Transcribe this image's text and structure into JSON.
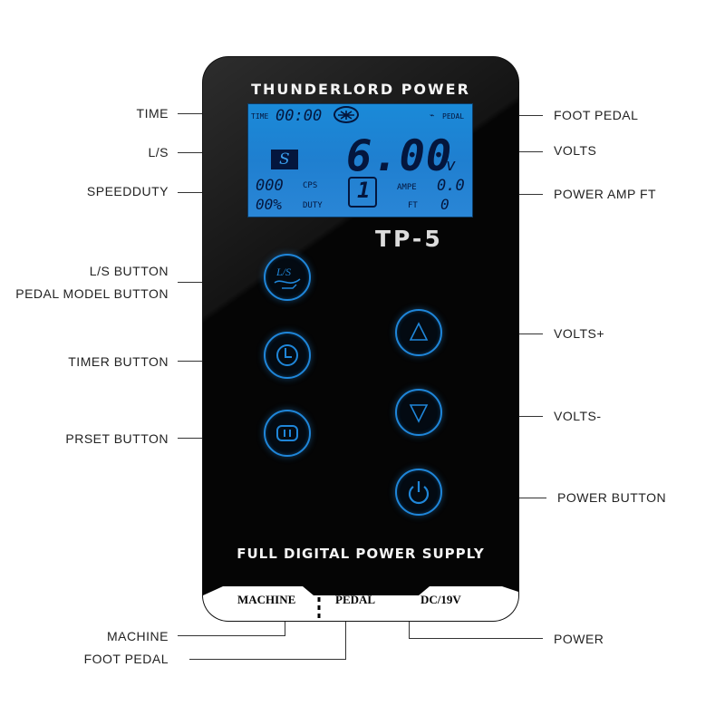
{
  "colors": {
    "accent": "#1f86d9",
    "lcd": "#1f7fd0",
    "device": "#050505"
  },
  "callouts": {
    "time": "TIME",
    "ls": "L/S",
    "speedduty": "SPEEDDUTY",
    "ls_button": "L/S BUTTON",
    "pedal_model_button": "PEDAL MODEL BUTTON",
    "timer_button": "TIMER BUTTON",
    "prset_button": "PRSET BUTTON",
    "machine": "MACHINE",
    "foot_pedal_bottom": "FOOT PEDAL",
    "foot_pedal_top": "FOOT PEDAL",
    "volts": "VOLTS",
    "power_amp_ft": "POWER AMP FT",
    "volts_plus": "VOLTS+",
    "volts_minus": "VOLTS-",
    "power_button": "POWER BUTTON",
    "power": "POWER"
  },
  "device": {
    "brand": "THUNDERLORD POWER",
    "model": "TP-5",
    "tagline": "FULL DIGITAL POWER SUPPLY",
    "ports": {
      "machine": "MACHINE",
      "pedal": "PEDAL",
      "dc": "DC/19V"
    }
  },
  "lcd": {
    "time_label": "TIME",
    "time_value": "00:00",
    "pedal_label": "PEDAL",
    "mode": "S",
    "voltage": "6.00",
    "voltage_unit": "v",
    "cps_value": "000",
    "cps_label": "CPS",
    "duty_value": "00%",
    "duty_label": "DUTY",
    "preset_number": "1",
    "ampe_label": "AMPE",
    "ampe_value": "0.0",
    "ft_label": "FT",
    "ft_value": "0"
  },
  "icons": {
    "ls": "ls-icon",
    "timer": "clock-icon",
    "preset": "preset-icon",
    "up": "triangle-up-icon",
    "down": "triangle-down-icon",
    "power": "power-icon"
  }
}
